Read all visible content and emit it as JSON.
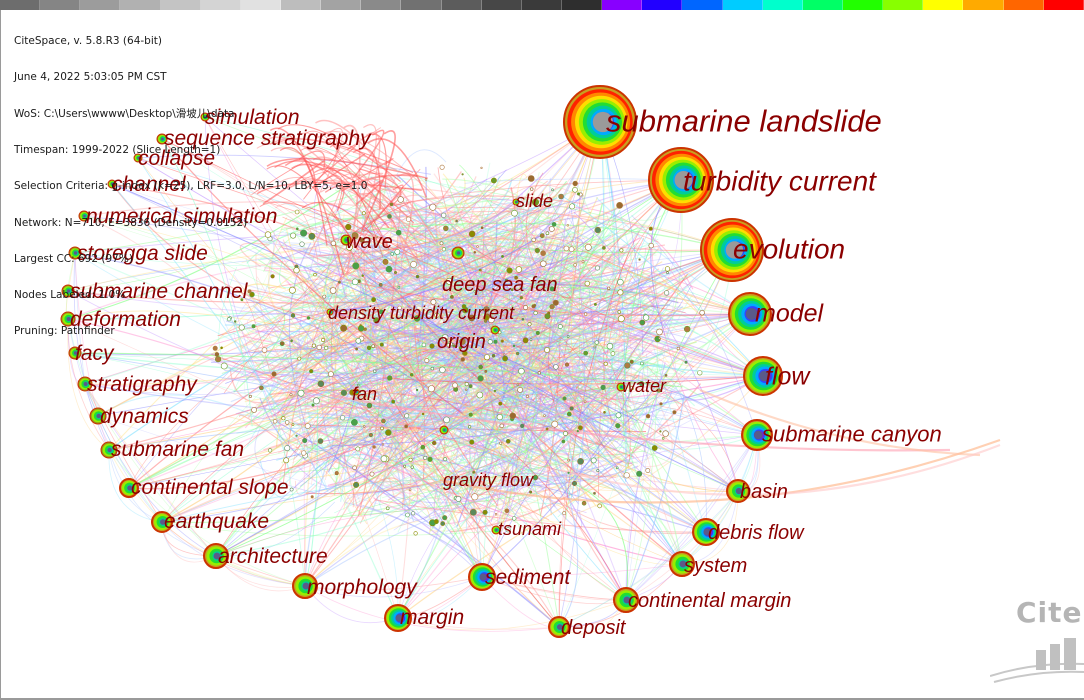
{
  "info_lines": [
    "CiteSpace, v. 5.8.R3 (64-bit)",
    "June 4, 2022 5:03:05 PM CST",
    "WoS: C:\\Users\\wwww\\Desktop\\滑坡儿\\data",
    "Timespan: 1999-2022 (Slice Length=1)",
    "Selection Criteria: g-index (k=25), LRF=3.0, L/N=10, LBY=5, e=1.0",
    "Network: N=710, E=3836 (Density=0.0152)",
    "Largest CC: 692 (97%)",
    "Nodes Labeled: 1.0%",
    "Pruning: Pathfinder"
  ],
  "color_scale": [
    "#6d6d6d",
    "#858585",
    "#9c9c9c",
    "#b1b1b1",
    "#c4c4c4",
    "#d4d4d4",
    "#e1e1e1",
    "#bdbdbd",
    "#a3a3a3",
    "#8a8a8a",
    "#717171",
    "#5c5c5c",
    "#474747",
    "#3a3a3a",
    "#2e2e2e",
    "#8800ff",
    "#2200ff",
    "#0066ff",
    "#00ccff",
    "#00ffcc",
    "#00ff66",
    "#22ff00",
    "#88ff00",
    "#ffff00",
    "#ffaa00",
    "#ff6600",
    "#ff0000"
  ],
  "watermark": "CiteS",
  "keywords": [
    {
      "label": "submarine landslide",
      "size": "xl"
    },
    {
      "label": "turbidity current",
      "size": "xl"
    },
    {
      "label": "evolution",
      "size": "xl"
    },
    {
      "label": "model",
      "size": "l"
    },
    {
      "label": "flow",
      "size": "l"
    },
    {
      "label": "submarine canyon",
      "size": "m"
    },
    {
      "label": "basin",
      "size": "m"
    },
    {
      "label": "debris flow",
      "size": "m"
    },
    {
      "label": "system",
      "size": "m"
    },
    {
      "label": "continental margin",
      "size": "m"
    },
    {
      "label": "deposit",
      "size": "m"
    },
    {
      "label": "margin",
      "size": "m"
    },
    {
      "label": "sediment",
      "size": "m"
    },
    {
      "label": "morphology",
      "size": "m"
    },
    {
      "label": "architecture",
      "size": "m"
    },
    {
      "label": "earthquake",
      "size": "m"
    },
    {
      "label": "continental slope",
      "size": "m"
    },
    {
      "label": "submarine fan",
      "size": "m"
    },
    {
      "label": "dynamics",
      "size": "m"
    },
    {
      "label": "stratigraphy",
      "size": "m"
    },
    {
      "label": "facy",
      "size": "m"
    },
    {
      "label": "deformation",
      "size": "m"
    },
    {
      "label": "submarine channel",
      "size": "m"
    },
    {
      "label": "storegga slide",
      "size": "m"
    },
    {
      "label": "numerical simulation",
      "size": "m"
    },
    {
      "label": "channel",
      "size": "m"
    },
    {
      "label": "collapse",
      "size": "m"
    },
    {
      "label": "sequence stratigraphy",
      "size": "m"
    },
    {
      "label": "simulation",
      "size": "m"
    },
    {
      "label": "slide",
      "size": "s"
    },
    {
      "label": "wave",
      "size": "m"
    },
    {
      "label": "deep sea fan",
      "size": "m"
    },
    {
      "label": "density turbidity current",
      "size": "s"
    },
    {
      "label": "origin",
      "size": "m"
    },
    {
      "label": "water",
      "size": "s"
    },
    {
      "label": "fan",
      "size": "s"
    },
    {
      "label": "gravity flow",
      "size": "s"
    },
    {
      "label": "tsunami",
      "size": "s"
    }
  ]
}
